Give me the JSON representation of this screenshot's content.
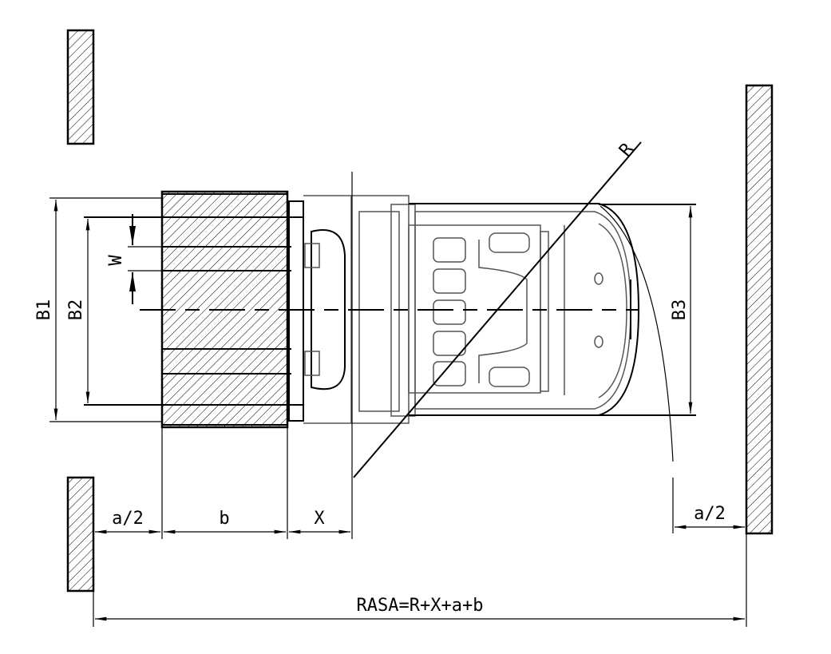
{
  "title": "Forklift right-angle stacking aisle (RASA) dimension diagram",
  "labels": {
    "b1": "B1",
    "b2": "B2",
    "w": "W",
    "b3": "B3",
    "r": "R",
    "a_half_left": "a/2",
    "b": "b",
    "x": "X",
    "a_half_right": "a/2",
    "rasa": "RASA=R+X+a+b"
  },
  "colors": {
    "line": "#000000",
    "background": "#ffffff",
    "detail": "#555555"
  }
}
